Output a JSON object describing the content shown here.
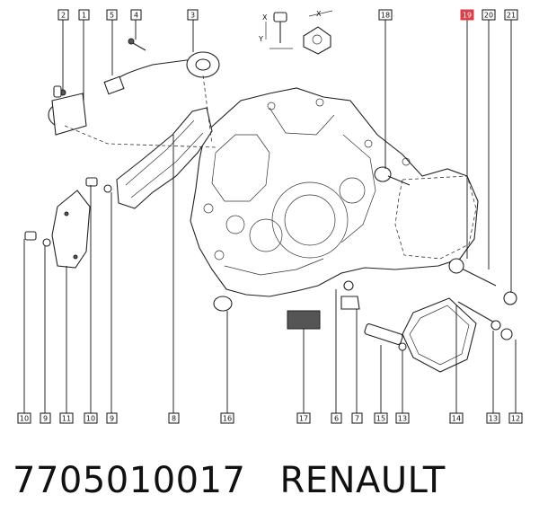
{
  "caption": {
    "part_number": "7705010017",
    "brand": "RENAULT"
  },
  "callouts": [
    {
      "id": "c1",
      "label": "1"
    },
    {
      "id": "c2",
      "label": "2"
    },
    {
      "id": "c3",
      "label": "3"
    },
    {
      "id": "c4",
      "label": "4"
    },
    {
      "id": "c5",
      "label": "5"
    },
    {
      "id": "c18",
      "label": "18"
    },
    {
      "id": "c19",
      "label": "19"
    },
    {
      "id": "c20",
      "label": "20"
    },
    {
      "id": "c21",
      "label": "21"
    },
    {
      "id": "b10a",
      "label": "10"
    },
    {
      "id": "b9a",
      "label": "9"
    },
    {
      "id": "b11",
      "label": "11"
    },
    {
      "id": "b10b",
      "label": "10"
    },
    {
      "id": "b9b",
      "label": "9"
    },
    {
      "id": "b8",
      "label": "8"
    },
    {
      "id": "b16",
      "label": "16"
    },
    {
      "id": "b17",
      "label": "17"
    },
    {
      "id": "b6",
      "label": "6"
    },
    {
      "id": "b7",
      "label": "7"
    },
    {
      "id": "b15",
      "label": "15"
    },
    {
      "id": "b13a",
      "label": "13"
    },
    {
      "id": "b14",
      "label": "14"
    },
    {
      "id": "b13b",
      "label": "13"
    },
    {
      "id": "b12",
      "label": "12"
    }
  ],
  "highlighted_callout": "19",
  "legend_axis_labels": {
    "x_top": "X",
    "y_top": "Y",
    "x_side": "X"
  },
  "colors": {
    "highlight": "#d8404a",
    "line": "#222222",
    "background": "#ffffff"
  }
}
